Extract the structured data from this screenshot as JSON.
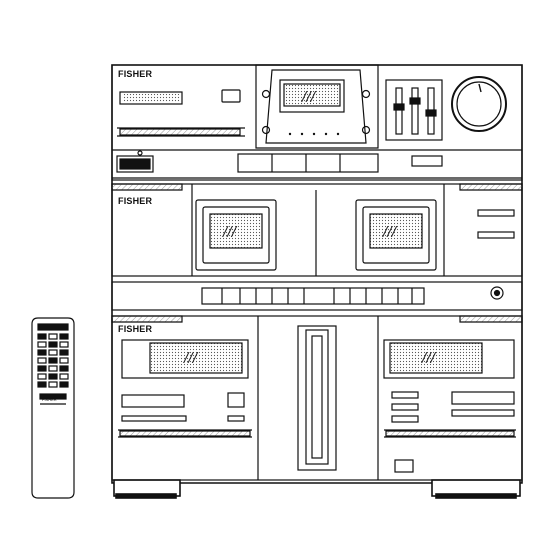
{
  "stereo": {
    "brand_top": "FISHER",
    "brand_middle": "FISHER",
    "brand_bottom": "FISHER",
    "display_marks": "///"
  },
  "remote": {
    "brand": "FISHER"
  }
}
